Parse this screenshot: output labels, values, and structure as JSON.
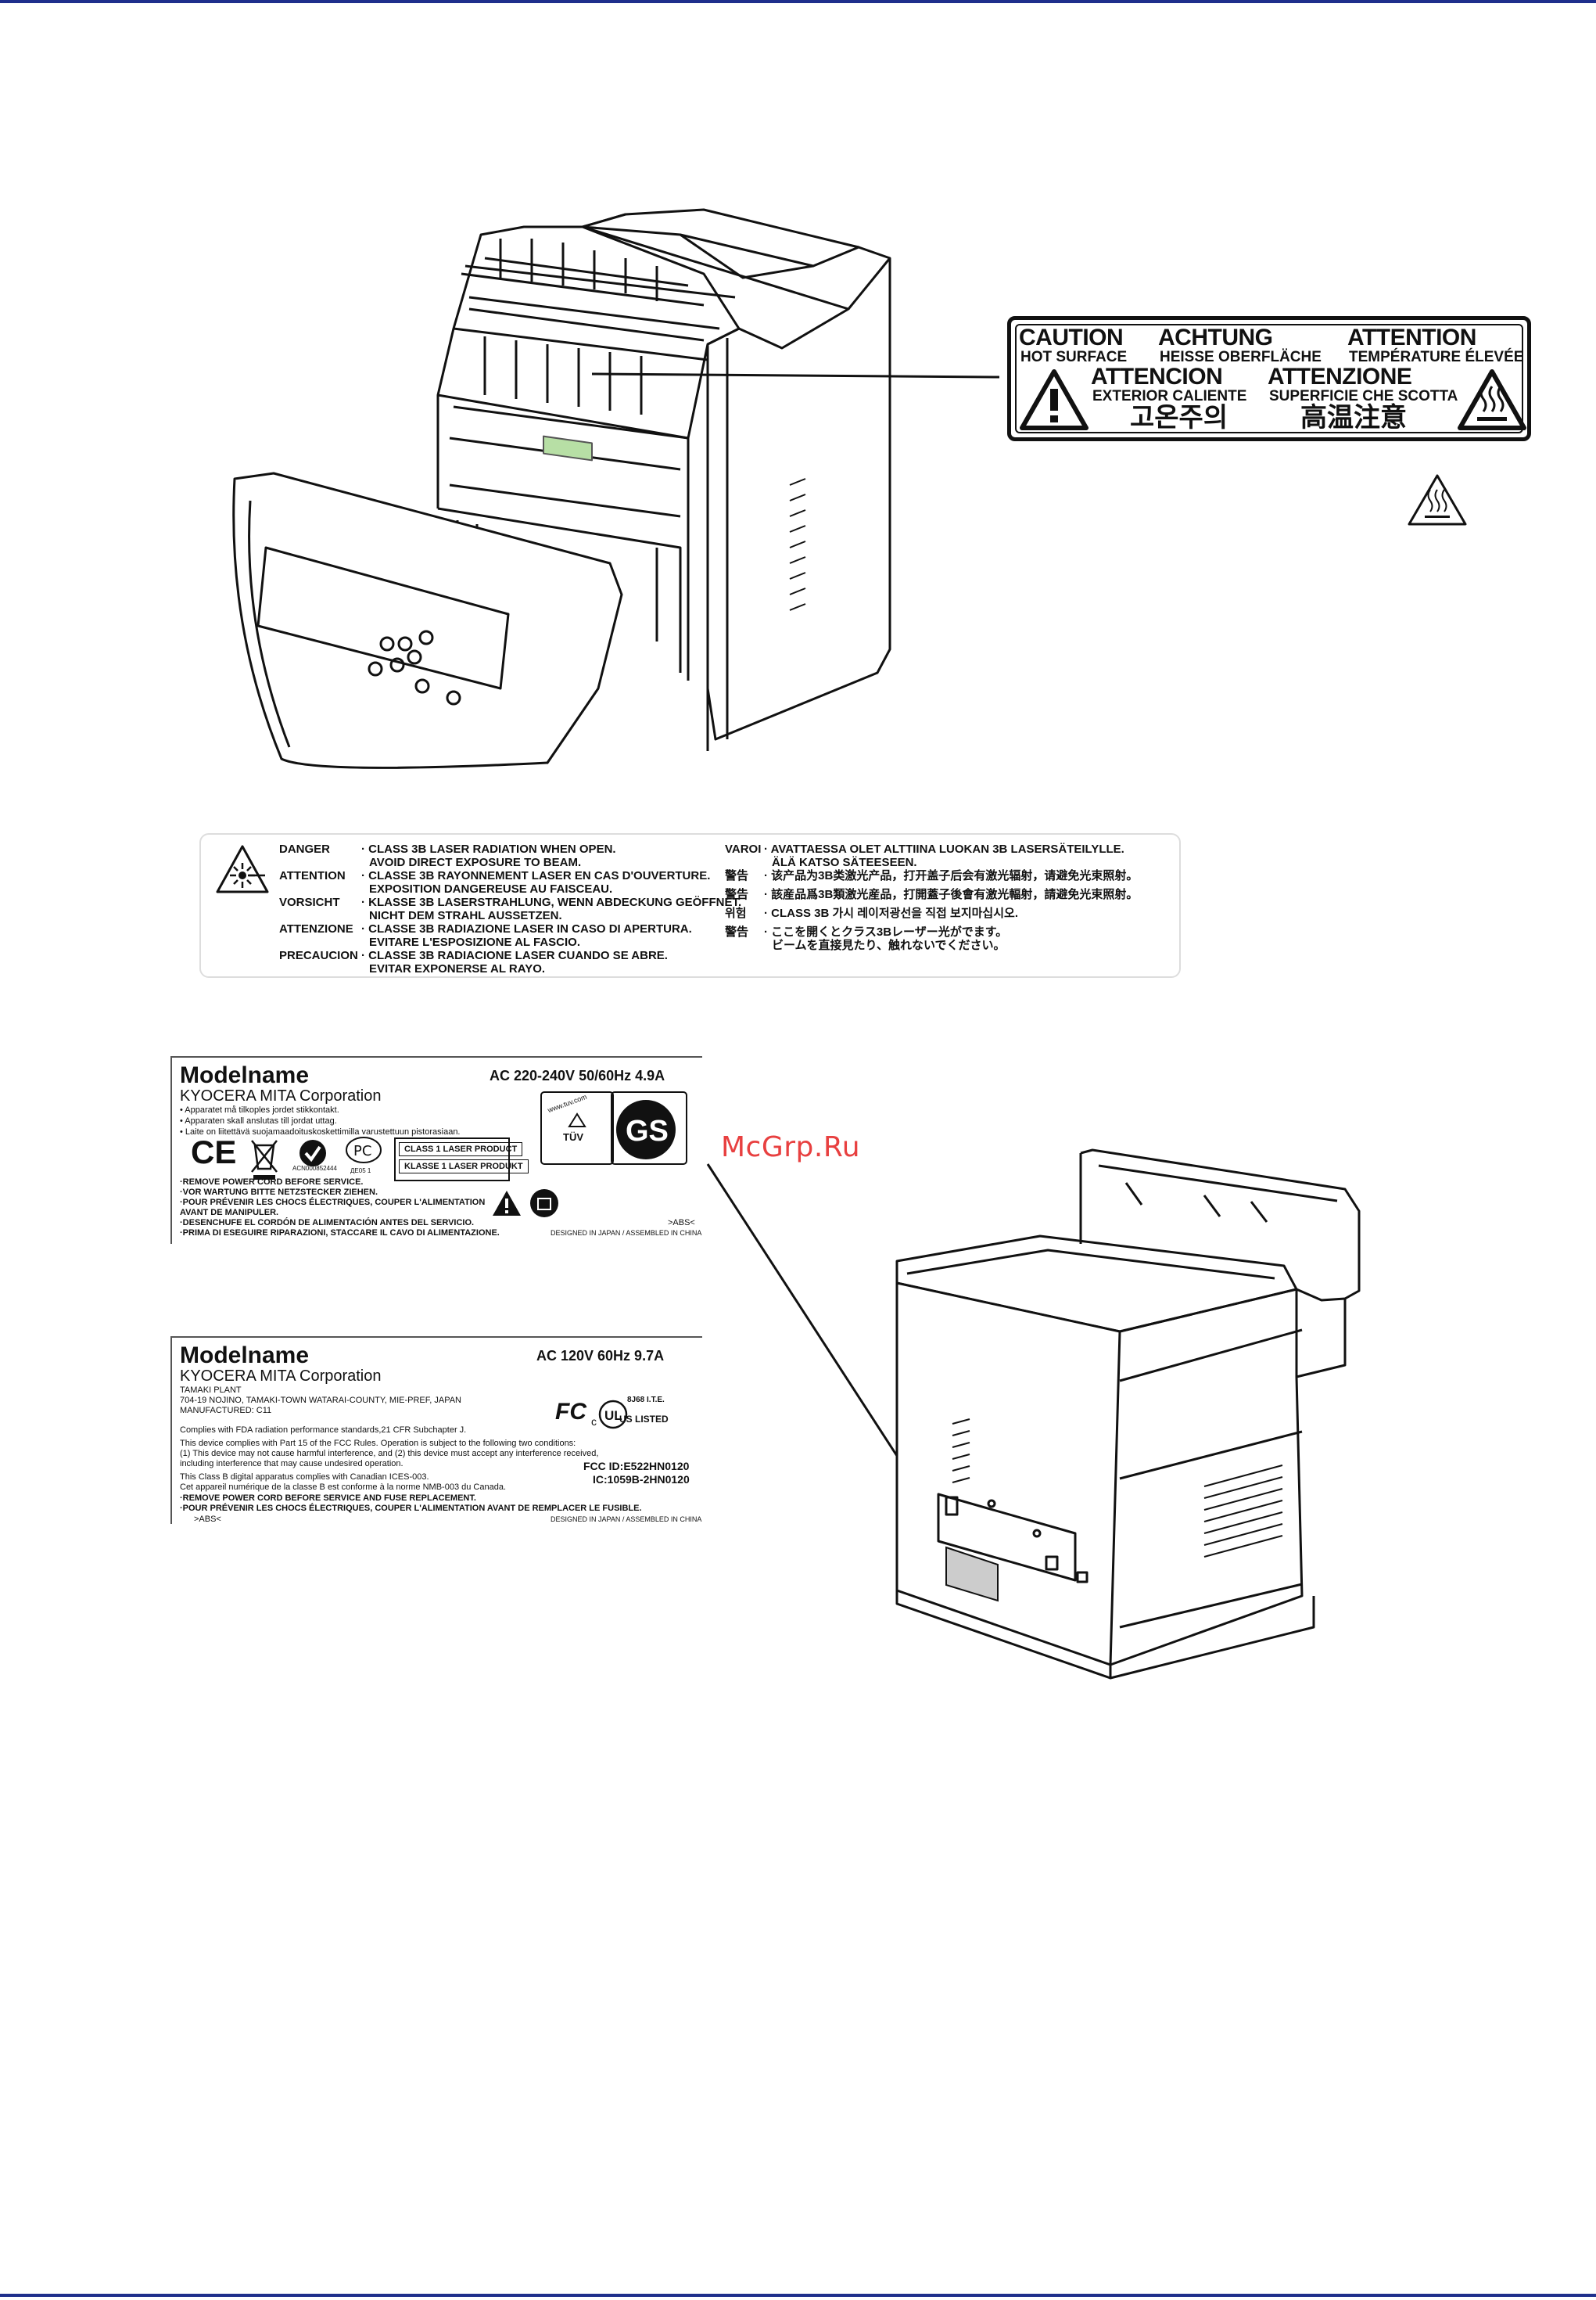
{
  "watermark": "McGrp.Ru",
  "caution_label": {
    "caution": "CAUTION",
    "hot_surface": "HOT SURFACE",
    "achtung": "ACHTUNG",
    "heisse": "HEISSE OBERFLÄCHE",
    "attention": "ATTENTION",
    "temperature": "TEMPÉRATURE ÉLEVÉE",
    "atencion": "ATTENCION",
    "exterior": "EXTERIOR CALIENTE",
    "attenzione": "ATTENZIONE",
    "superficie": "SUPERFICIE CHE SCOTTA",
    "korean": "고온주의",
    "chinese": "高温注意"
  },
  "laser_label": {
    "left": [
      {
        "term": "DANGER",
        "lines": [
          "· CLASS 3B LASER RADIATION WHEN OPEN.",
          "AVOID DIRECT EXPOSURE TO BEAM."
        ]
      },
      {
        "term": "ATTENTION",
        "lines": [
          "· CLASSE 3B RAYONNEMENT LASER EN CAS D'OUVERTURE.",
          "EXPOSITION DANGEREUSE AU FAISCEAU."
        ]
      },
      {
        "term": "VORSICHT",
        "lines": [
          "· KLASSE 3B LASERSTRAHLUNG, WENN ABDECKUNG GEÖFFNET.",
          "NICHT DEM STRAHL AUSSETZEN."
        ]
      },
      {
        "term": "ATTENZIONE",
        "lines": [
          "· CLASSE 3B RADIAZIONE LASER IN CASO DI APERTURA.",
          "EVITARE L'ESPOSIZIONE AL FASCIO."
        ]
      },
      {
        "term": "PRECAUCION",
        "lines": [
          "· CLASSE 3B RADIACIONE LASER CUANDO SE ABRE.",
          "EVITAR EXPONERSE AL RAYO."
        ]
      }
    ],
    "right": [
      {
        "term": "VAROI",
        "lines": [
          "· AVATTAESSA OLET ALTTIINA LUOKAN 3B LASERSÄTEILYLLE.",
          "ÄLÄ KATSO SÄTEESEEN."
        ]
      },
      {
        "term": "警告",
        "lines": [
          "· 该产品为3B类激光产品，打开盖子后会有激光辐射，请避免光束照射。"
        ]
      },
      {
        "term": "警告",
        "lines": [
          "· 該産品爲3B類激光産品，打開蓋子後會有激光輻射，請避免光束照射。"
        ]
      },
      {
        "term": "위험",
        "lines": [
          "· CLASS 3B 가시 레이저광선을 직접 보지마십시오."
        ]
      },
      {
        "term": "警告",
        "lines": [
          "· ここを開くとクラス3Bレーザー光がでます。",
          "ビームを直接見たり、触れないでください。"
        ]
      }
    ]
  },
  "plate_eu": {
    "model": "Modelname",
    "corp": "KYOCERA MITA Corporation",
    "rating": "AC 220-240V  50/60Hz  4.9A",
    "notes": [
      "• Apparatet må tilkoples jordet stikkontakt.",
      "• Apparaten skall anslutas till jordat uttag.",
      "• Laite on liitettävä suojamaadoituskoskettimilla varustettuun pistorasiaan."
    ],
    "laser_class_1": "CLASS 1 LASER PRODUCT",
    "laser_class_2": "KLASSE 1 LASER PRODUKT",
    "acn": "ACN000852444",
    "de": "ДЕ05 1",
    "ce": "CE",
    "tuv": "TÜV",
    "tuv_url": "www.tuv.com",
    "gs": "GS",
    "warnings": [
      "·REMOVE POWER CORD BEFORE SERVICE.",
      "·VOR WARTUNG BITTE NETZSTECKER ZIEHEN.",
      "·POUR PRÉVENIR LES CHOCS ÉLECTRIQUES, COUPER L'ALIMENTATION",
      "  AVANT DE MANIPULER.",
      "·DESENCHUFE EL CORDÓN DE ALIMENTACIÓN ANTES DEL SERVICIO.",
      "·PRIMA DI ESEGUIRE RIPARAZIONI, STACCARE IL CAVO DI ALIMENTAZIONE."
    ],
    "abs": ">ABS<",
    "origin": "DESIGNED IN JAPAN / ASSEMBLED IN CHINA"
  },
  "plate_us": {
    "model": "Modelname",
    "corp": "KYOCERA MITA Corporation",
    "rating": "AC 120V  60Hz  9.7A",
    "address": [
      "TAMAKI PLANT",
      "704-19 NOJINO, TAMAKI-TOWN WATARAI-COUNTY, MIE-PREF, JAPAN",
      "MANUFACTURED:  C11"
    ],
    "fda": "Complies with FDA radiation performance standards,21 CFR Subchapter J.",
    "fcc_lines": [
      "This device complies with Part 15 of the FCC Rules.  Operation is subject to the following two conditions:",
      "(1) This device may  not cause harmful interference, and  (2) this device must  accept any interference received,",
      "including interference that may cause undesired operation."
    ],
    "canada": [
      "This Class B digital apparatus complies with Canadian ICES-003.",
      "Cet appareil numérique de la classe B est conforme à la norme NMB-003 du Canada."
    ],
    "fcc_id": "FCC ID:E522HN0120",
    "ic": "IC:1059B-2HN0120",
    "warnings": [
      "·REMOVE POWER CORD BEFORE SERVICE AND FUSE REPLACEMENT.",
      "·POUR PRÉVENIR LES CHOCS ÉLECTRIQUES, COUPER L'ALIMENTATION AVANT DE REMPLACER LE FUSIBLE."
    ],
    "fc": "FC",
    "ul": "UL",
    "us_listed": "US LISTED",
    "ul_code": "8J68 I.T.E.",
    "abs": ">ABS<",
    "origin": "DESIGNED IN JAPAN / ASSEMBLED IN CHINA"
  }
}
